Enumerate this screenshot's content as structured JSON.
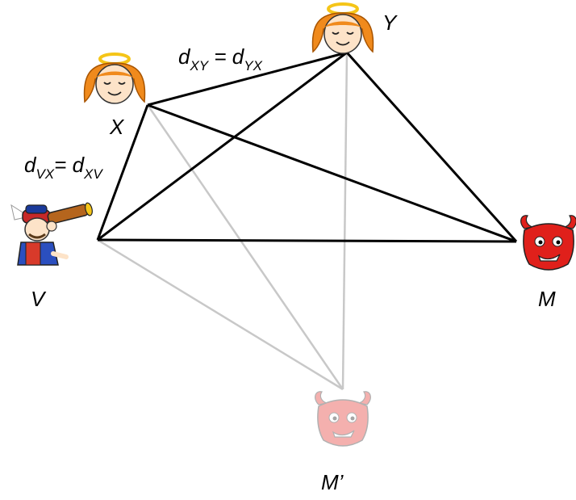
{
  "nodes": {
    "V": {
      "label": "V",
      "icon": "explorer-with-telescope-icon"
    },
    "X": {
      "label": "X",
      "icon": "angel-face-icon"
    },
    "Y": {
      "label": "Y",
      "icon": "angel-face-icon"
    },
    "M": {
      "label": "M",
      "icon": "devil-face-icon"
    },
    "M_prime": {
      "label": "M’",
      "icon": "faded-devil-face-icon"
    }
  },
  "edge_labels": {
    "dxy": {
      "base1": "d",
      "sub1": "XY",
      "eq": " = ",
      "base2": "d",
      "sub2": "YX"
    },
    "dvx": {
      "base1": "d",
      "sub1": "VX",
      "eq": "= ",
      "base2": "d",
      "sub2": "XV"
    }
  },
  "colors": {
    "edge": "#000000",
    "faded_edge": "#c8c8c8",
    "angel_hair": "#f08a1c",
    "angel_skin": "#fde3c8",
    "halo": "#f5c518",
    "devil": "#e0201b",
    "devil_faded": "#f4b3ae"
  }
}
